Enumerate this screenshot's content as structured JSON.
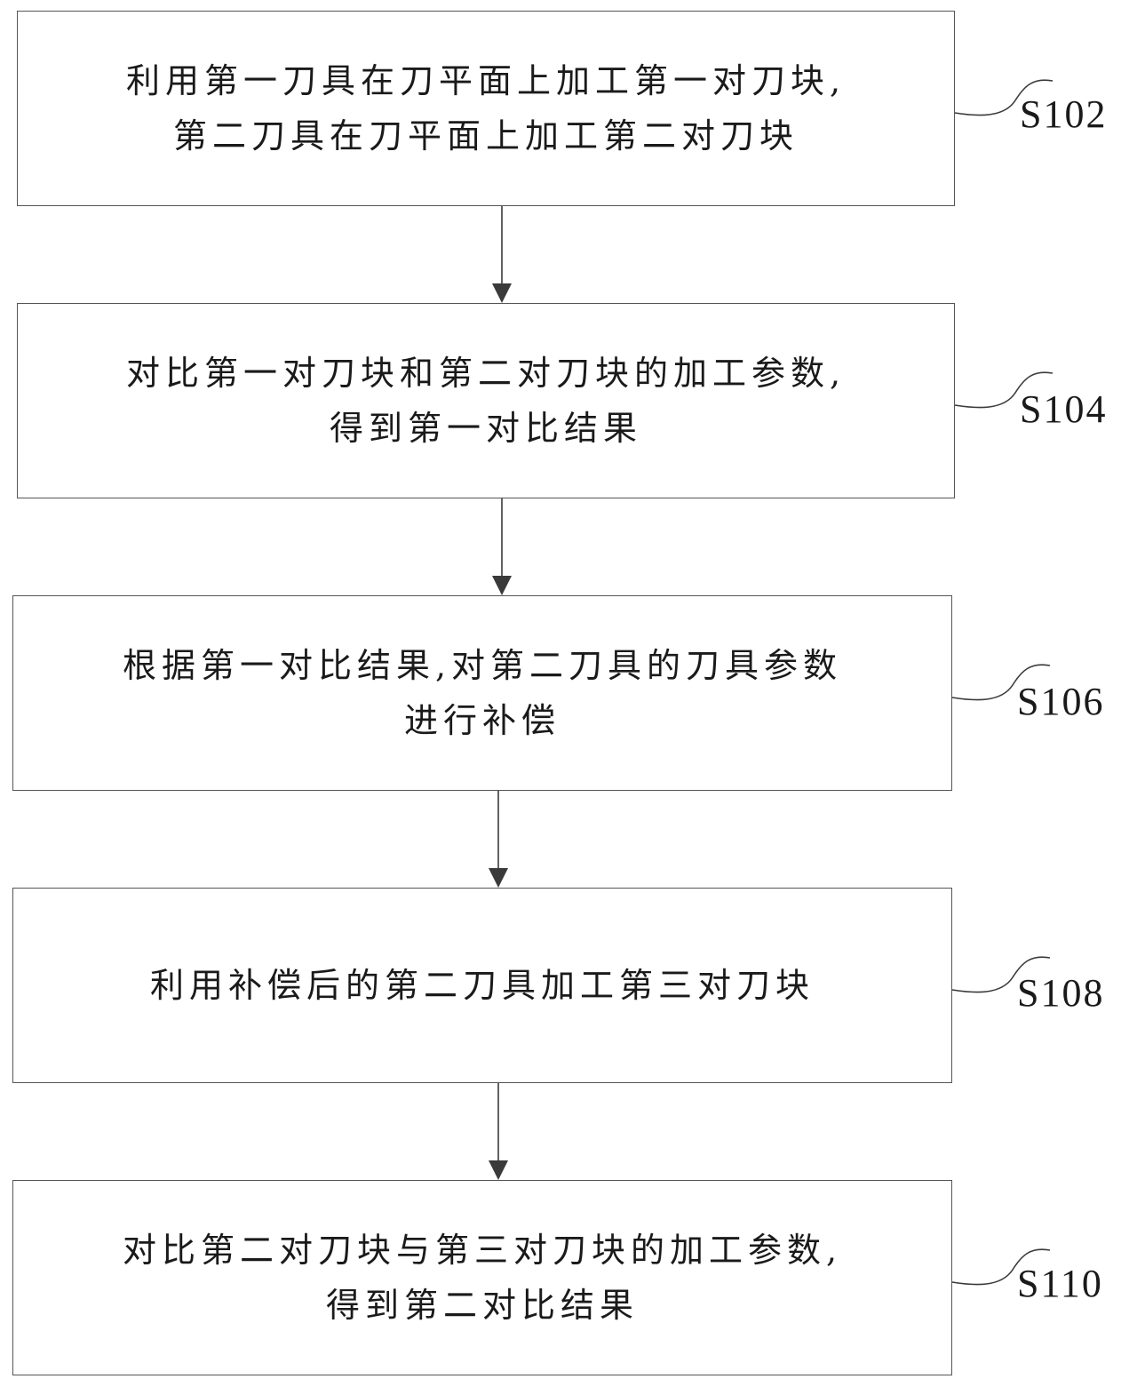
{
  "steps": [
    {
      "id": "S102",
      "lines": [
        "利用第一刀具在刀平面上加工第一对刀块,",
        "第二刀具在刀平面上加工第二对刀块"
      ]
    },
    {
      "id": "S104",
      "lines": [
        "对比第一对刀块和第二对刀块的加工参数,",
        "得到第一对比结果"
      ]
    },
    {
      "id": "S106",
      "lines": [
        "根据第一对比结果,对第二刀具的刀具参数",
        "进行补偿"
      ]
    },
    {
      "id": "S108",
      "lines": [
        "利用补偿后的第二刀具加工第三对刀块"
      ]
    },
    {
      "id": "S110",
      "lines": [
        "对比第二对刀块与第三对刀块的加工参数,",
        "得到第二对比结果"
      ]
    }
  ],
  "colors": {
    "box_border": "#555555",
    "arrow": "#3a3a3a",
    "text": "#1a1a1a"
  }
}
